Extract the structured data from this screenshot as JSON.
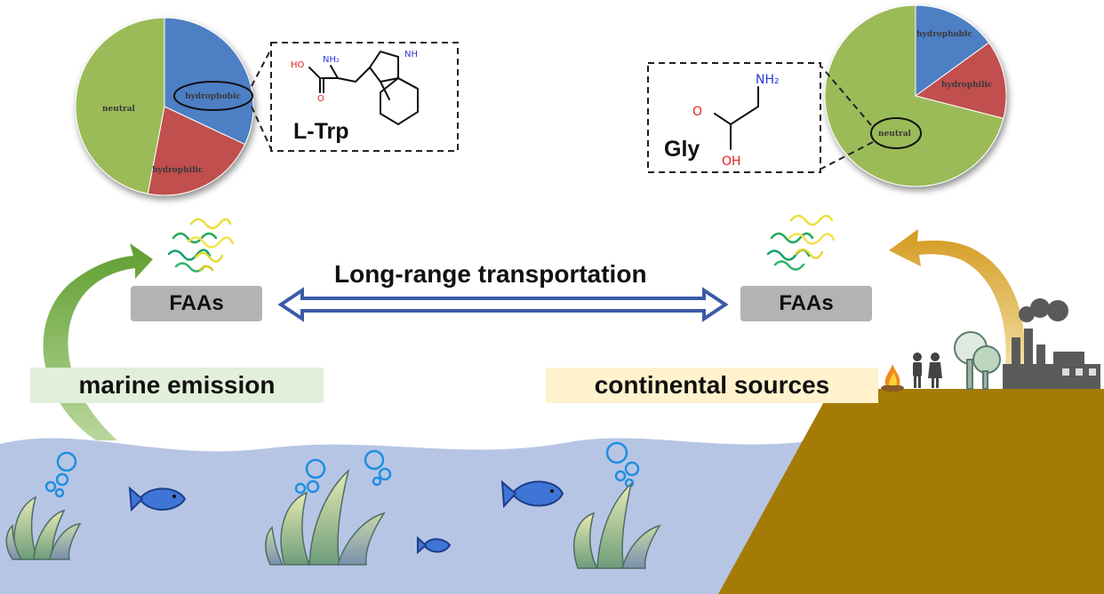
{
  "header": {
    "transport_label": "Long-range transportation"
  },
  "left": {
    "faas_label": "FAAs",
    "source_label": "marine emission",
    "molecule_name": "L-Trp",
    "molecule_atoms": {
      "oh": "HO",
      "o": "O",
      "nh2": "NH₂",
      "nh": "NH"
    },
    "pie_labels": {
      "hydrophobic": "hydrophobic",
      "hydrophilic": "hydrophilic",
      "neutral": "neutral"
    }
  },
  "right": {
    "faas_label": "FAAs",
    "source_label": "continental sources",
    "molecule_name": "Gly",
    "molecule_atoms": {
      "nh2": "NH₂",
      "o": "O",
      "oh": "OH"
    },
    "pie_labels": {
      "hydrophobic": "hydrophobic",
      "hydrophilic": "hydrophilic",
      "neutral": "neutral"
    }
  },
  "chart_data": [
    {
      "type": "pie",
      "categories": [
        "hydrophobic",
        "hydrophilic",
        "neutral"
      ],
      "values": [
        32,
        21,
        47
      ],
      "colors": [
        "#4e7fc4",
        "#c0504d",
        "#9bbb59"
      ]
    },
    {
      "type": "pie",
      "categories": [
        "hydrophobic",
        "hydrophilic",
        "neutral"
      ],
      "values": [
        15,
        14,
        71
      ],
      "colors": [
        "#4e7fc4",
        "#c0504d",
        "#9bbb59"
      ]
    }
  ],
  "colors": {
    "water": "#b7c5e5",
    "land": "#a47b06",
    "marine_arrow": "#6aa63a",
    "continental_arrow": "#d8a22a",
    "transport_arrow": "#3b5ba8",
    "faas_box": "#b3b3b3",
    "marine_band": "#e2efda",
    "continental_band": "#fff2cc"
  }
}
